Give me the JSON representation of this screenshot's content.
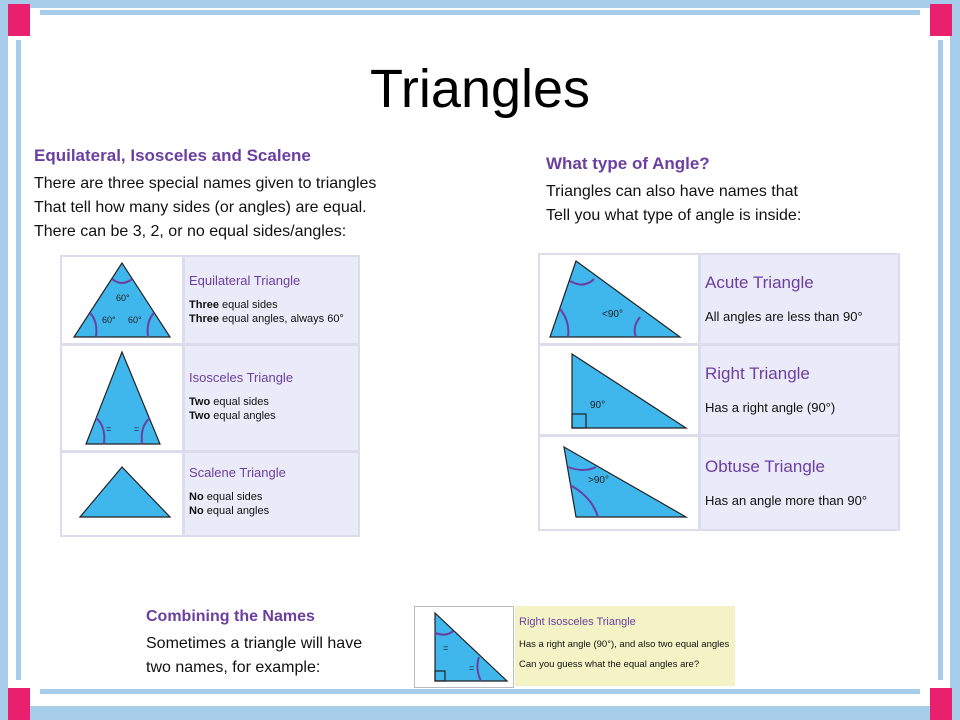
{
  "title": "Triangles",
  "left_section": {
    "heading": "Equilateral, Isosceles and Scalene",
    "lines": [
      "There are three special names given to triangles",
      "That tell how many sides (or angles) are equal.",
      "There can be 3, 2, or no equal sides/angles:"
    ],
    "rows": [
      {
        "name": "Equilateral Triangle",
        "line1_bold": "Three",
        "line1_rest": " equal sides",
        "line2_bold": "Three",
        "line2_rest": " equal angles, always 60°",
        "angle_top": "60°",
        "angle_left": "60°",
        "angle_right": "60°"
      },
      {
        "name": "Isosceles Triangle",
        "line1_bold": "Two",
        "line1_rest": " equal sides",
        "line2_bold": "Two",
        "line2_rest": " equal angles",
        "mark": "="
      },
      {
        "name": "Scalene Triangle",
        "line1_bold": "No",
        "line1_rest": " equal sides",
        "line2_bold": "No",
        "line2_rest": " equal angles"
      }
    ]
  },
  "right_section": {
    "heading": "What type of Angle?",
    "lines": [
      "Triangles can also have names that",
      "Tell you what type of angle is inside:"
    ],
    "rows": [
      {
        "name": "Acute Triangle",
        "desc": "All angles are less than 90°",
        "angle": "<90°"
      },
      {
        "name": "Right Triangle",
        "desc": "Has a right angle (90°)",
        "angle": "90°"
      },
      {
        "name": "Obtuse Triangle",
        "desc": "Has an angle more than 90°",
        "angle": ">90°"
      }
    ]
  },
  "bottom_section": {
    "heading": "Combining the Names",
    "lines": [
      "Sometimes a triangle will have",
      "two names, for example:"
    ],
    "example": {
      "name": "Right Isosceles Triangle",
      "line1": "Has a right angle (90°), and also two equal angles",
      "line2": "Can you guess what the equal angles are?",
      "mark": "="
    }
  },
  "colors": {
    "frame": "#a8cdea",
    "corner": "#e8206e",
    "heading": "#6b3fa0",
    "triangle_fill": "#3fb6ec",
    "arc": "#6b3fa0",
    "cell_bg": "#eaeaf8",
    "example_bg": "#f3f3c6"
  }
}
